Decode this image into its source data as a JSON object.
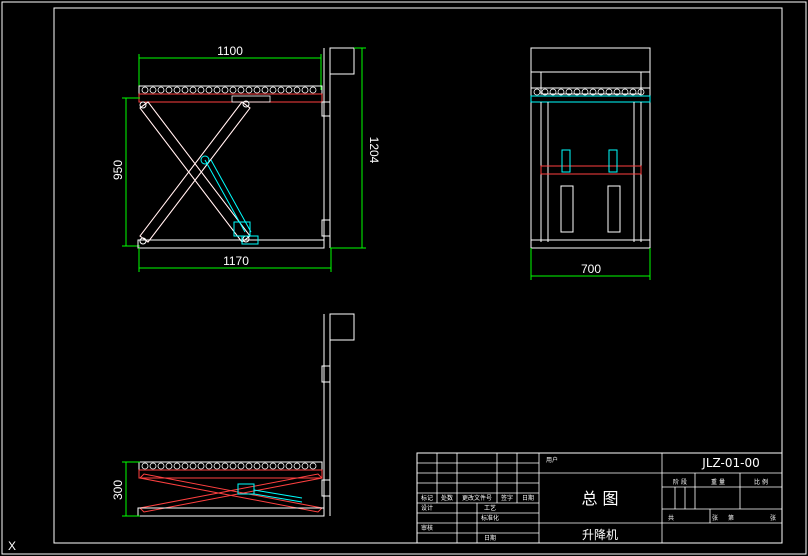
{
  "drawing": {
    "front_view": {
      "dim_top": "1100",
      "dim_height": "950",
      "dim_bottom": "1170",
      "dim_total_height": "1204"
    },
    "side_view": {
      "dim_width": "700"
    },
    "lowered_view": {
      "dim_height": "300"
    },
    "axis_marker": "X"
  },
  "title_block": {
    "title": "总  图",
    "subtitle": "升降机",
    "drawing_no": "JLZ-01-00",
    "col_small_labels": [
      "标记",
      "处数",
      "更改文件号",
      "签字",
      "日期"
    ],
    "row_small_labels": [
      "设计",
      "审核",
      "工艺",
      "标准化",
      "日期"
    ],
    "stage_label": "阶  段",
    "weight_label": "重 量",
    "scale_label": "比 例",
    "sheet_total": "共",
    "sheet_unit": "张",
    "sheet_index": "第",
    "sheet_unit2": "张",
    "user_label": "用户"
  },
  "colors": {
    "background": "#000000",
    "line": "#ffffff",
    "dimension": "#00ff00",
    "frame": "#ffffff",
    "hydraulic": "#00ffff",
    "accent": "#ff4040"
  }
}
